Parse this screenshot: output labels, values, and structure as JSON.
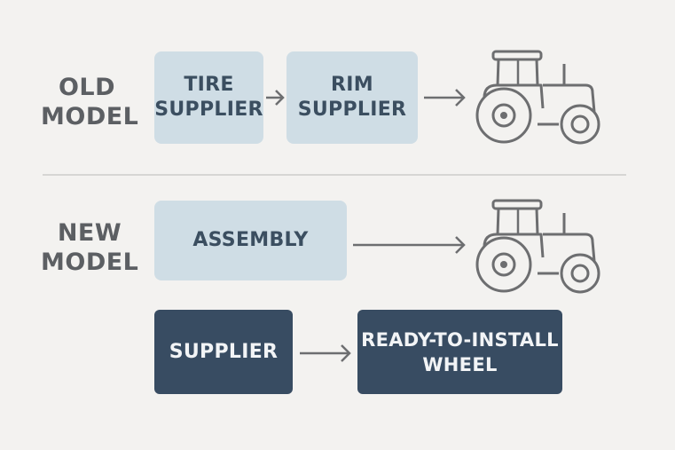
{
  "old_model": {
    "label": [
      "OLD",
      "MODEL"
    ],
    "tire_supplier": [
      "TIRE",
      "SUPPLIER"
    ],
    "rim_supplier": [
      "RIM",
      "SUPPLIER"
    ]
  },
  "new_model": {
    "label": [
      "NEW",
      "MODEL"
    ],
    "assembly": "ASSEMBLY",
    "supplier": "SUPPLIER",
    "ready_wheel": [
      "READY-TO-INSTALL",
      "WHEEL"
    ]
  },
  "colors": {
    "background": "#f3f2f0",
    "light_box": "#cfdde5",
    "dark_box": "#384c62",
    "icon_stroke": "#6d6e70"
  },
  "icons": [
    "arrow-right-icon",
    "tractor-icon"
  ]
}
